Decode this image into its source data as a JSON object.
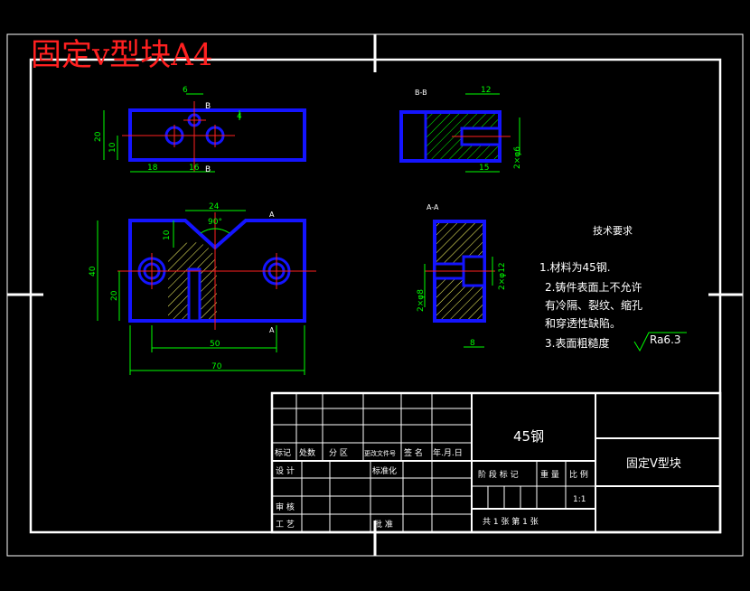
{
  "drawing_title": "固定v型块A4",
  "section_labels": {
    "bb": "B-B",
    "b_top": "B",
    "b_bottom": "B",
    "a_top": "A",
    "a_bottom": "A",
    "aa": "A-A"
  },
  "dimensions": {
    "top_view": {
      "d6": "6",
      "d4": "4",
      "d20": "20",
      "d10": "10",
      "d18": "18",
      "d16": "16"
    },
    "front_view": {
      "d24": "24",
      "d90": "90°",
      "d10": "10",
      "d40": "40",
      "d20": "20",
      "d50": "50",
      "d70": "70"
    },
    "section_bb": {
      "d12": "12",
      "d15": "15",
      "d2x6": "2×φ6"
    },
    "section_aa": {
      "d2x12": "2×φ12",
      "d2x8": "2×φ8",
      "d8": "8"
    }
  },
  "tech_requirements": {
    "heading": "技术要求",
    "item1": "1.材料为45钢.",
    "item2_line1": "2.铸件表面上不允许",
    "item2_line2": "有冷隔、裂纹、缩孔",
    "item2_line3": "和穿透性缺陷。",
    "item3": "3.表面粗糙度",
    "roughness": "Ra6.3"
  },
  "title_block": {
    "material": "45钢",
    "part_name": "固定V型块",
    "labels": {
      "biaoji": "标记",
      "chushu": "处数",
      "fenqu": "分 区",
      "gengai": "更改文件号",
      "qianming": "签 名",
      "nianyueri": "年.月.日",
      "sheji": "设 计",
      "biaozhunhua": "标准化",
      "jieduan": "阶 段 标 记",
      "zhongliang": "重 量",
      "bili": "比 例",
      "shenhe": "审 核",
      "gongyi": "工 艺",
      "pizhun": "批 准"
    },
    "scale": "1:1",
    "sheets": "共 1 张   第 1 张"
  },
  "colors": {
    "background": "#000000",
    "outline": "#1414ff",
    "dimension": "#00ff00",
    "centerline": "#ff2020",
    "hatch": "#00ff00",
    "hatch_fill": "#ffff66",
    "frame": "#ffffff",
    "title_text": "#ff2020"
  }
}
